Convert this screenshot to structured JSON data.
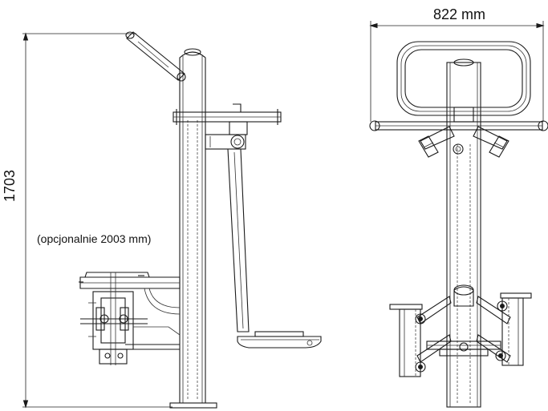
{
  "dimensions": {
    "width_label": "822 mm",
    "height_label": "1703",
    "option_label": "(opcjonalnie 2003 mm)"
  }
}
